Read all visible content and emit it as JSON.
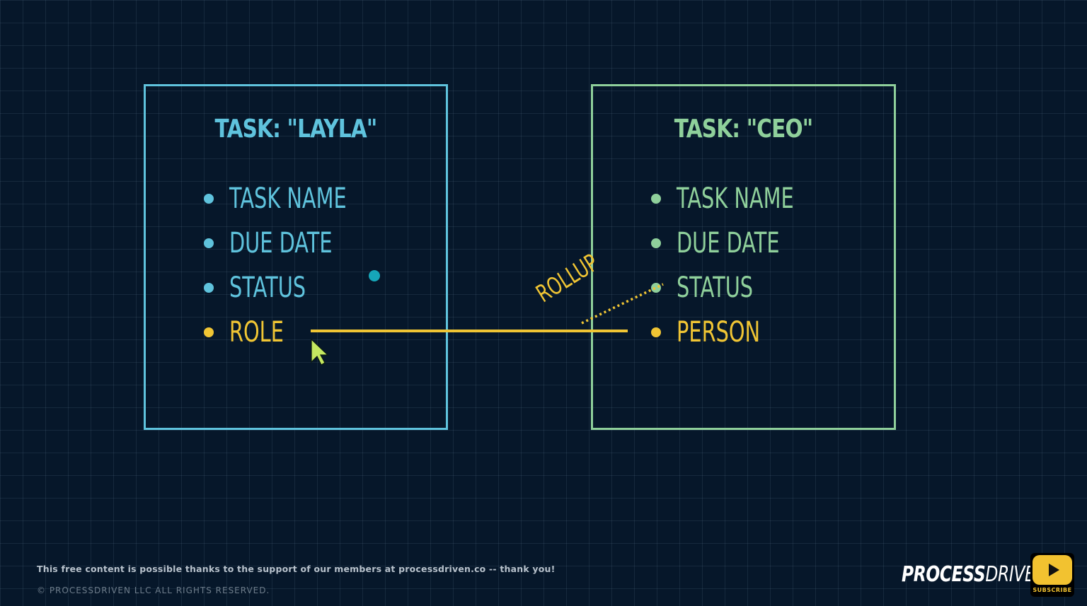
{
  "colors": {
    "left_card": "#5fc3dd",
    "right_card": "#8fd09b",
    "link": "#f0c534",
    "pointer": "#c4e860",
    "marker": "#16a6b8"
  },
  "left_card": {
    "title": "TASK: \"LAYLA\"",
    "fields": [
      {
        "label": "TASK NAME"
      },
      {
        "label": "DUE DATE"
      },
      {
        "label": "STATUS"
      },
      {
        "label": "ROLE"
      }
    ]
  },
  "right_card": {
    "title": "TASK: \"CEO\"",
    "fields": [
      {
        "label": "TASK NAME"
      },
      {
        "label": "DUE DATE"
      },
      {
        "label": "STATUS"
      },
      {
        "label": "PERSON"
      }
    ]
  },
  "connector": {
    "rollup_label": "ROLLUP"
  },
  "footer": {
    "note": "This free content is possible thanks to the support of our members at processdriven.co -- thank you!",
    "copyright": "© PROCESSDRIVEN LLC ALL RIGHTS RESERVED."
  },
  "brand": {
    "bold": "PROCESS",
    "light": "DRIVEN",
    "subscribe": "SUBSCRIBE"
  }
}
